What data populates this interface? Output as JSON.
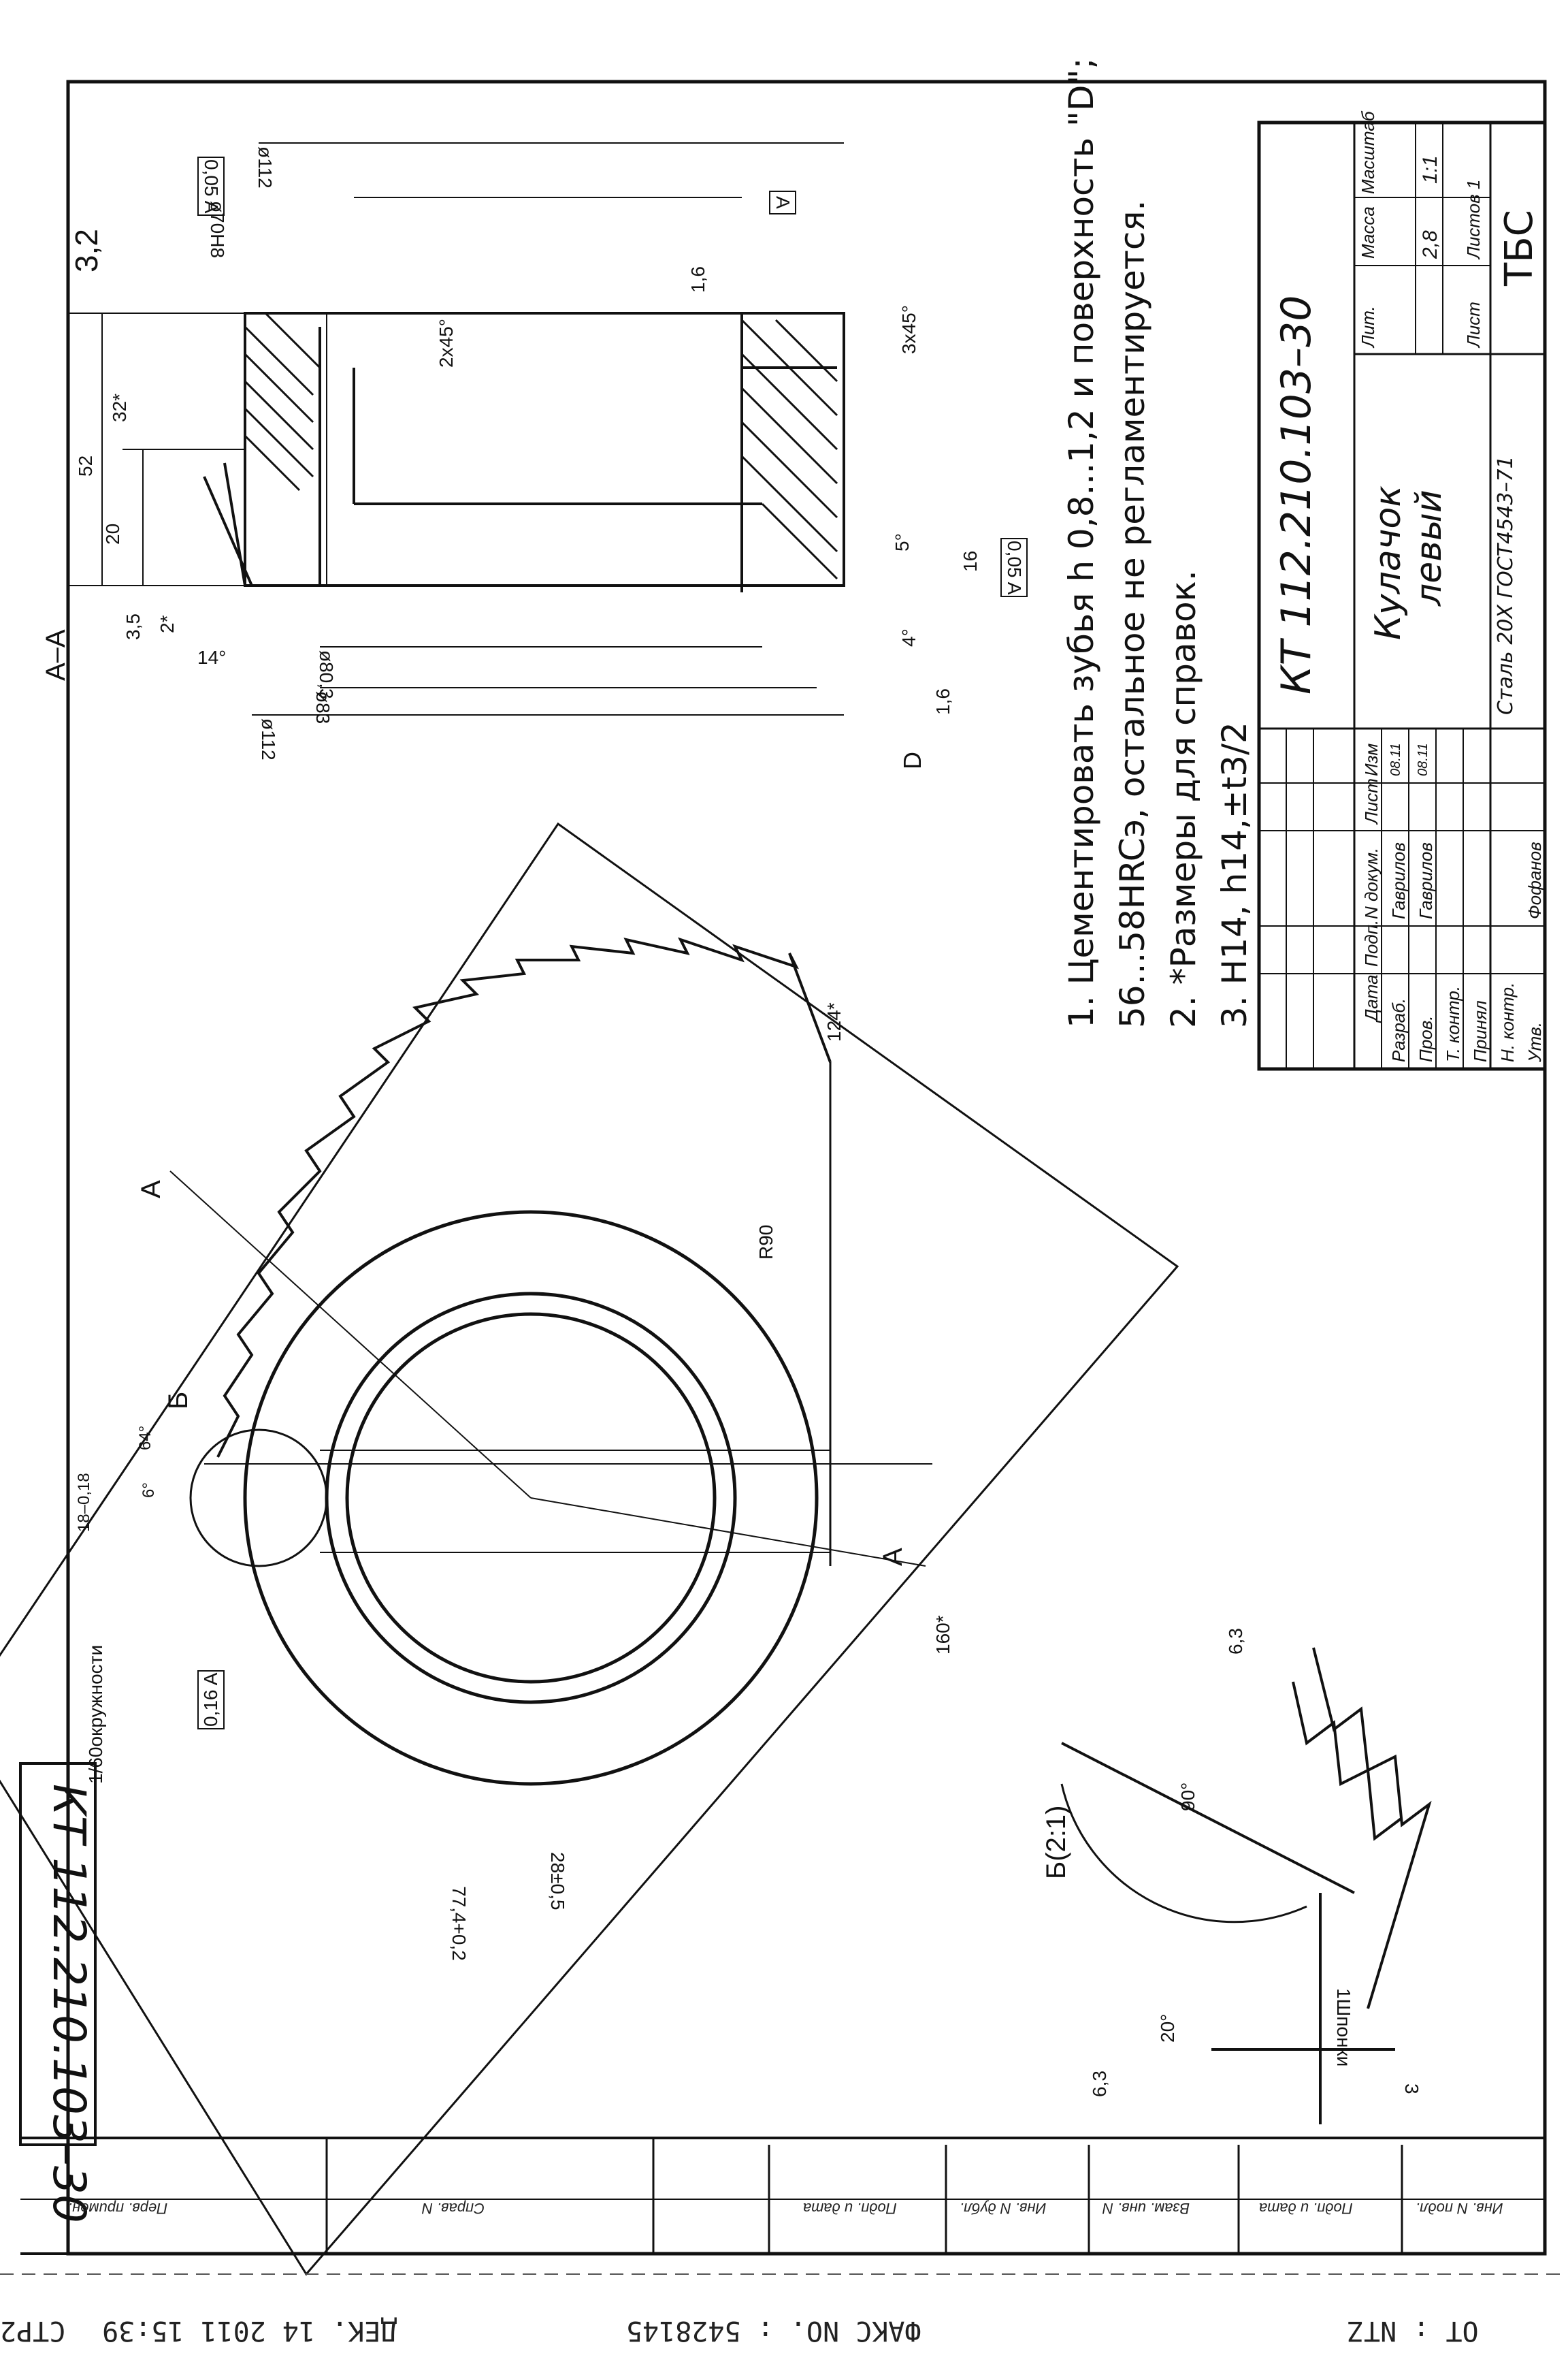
{
  "drawing": {
    "number": "КТ 112.210.103–30",
    "part_name_line1": "Кулачок",
    "part_name_line2": "левый",
    "material": "Сталь 20Х ГОСТ4543–71",
    "company": "ТБС",
    "mass": "2,8",
    "scale": "1:1",
    "sheet": "Лист",
    "sheets": "Листов 1",
    "title_headers": {
      "lit": "Лит.",
      "mass": "Масса",
      "scale": "Масштаб"
    },
    "roles": [
      "Изм",
      "Лист",
      "N докум.",
      "Подп.",
      "Дата",
      "Разраб.",
      "Пров.",
      "Т. контр.",
      "Принял",
      "Н. контр.",
      "Утв."
    ],
    "people": {
      "developer": "Гаврилов",
      "checker": "Гаврилов",
      "approver": "Фофанов"
    },
    "dates": {
      "developer": "08.11",
      "checker": "08.11"
    }
  },
  "notes": [
    "1. Цементировать зубья h 0,8...1,2 и поверхность \"D\";",
    "56...58HRCэ, остальное не регламентируется.",
    "2. *Размеры для справок.",
    "3. H14, h14,±t3/2"
  ],
  "section": {
    "label": "А–А",
    "roughness": "3,2",
    "dims": [
      "ø112",
      "ø70H8",
      "ø80,3",
      "ø83",
      "ø112",
      "52",
      "32*",
      "20",
      "3,5",
      "2*",
      "2x45°",
      "3x45°",
      "1,6",
      "1,6",
      "16",
      "14°",
      "4°",
      "5°",
      "D"
    ],
    "tolerances": [
      "0,05 A",
      "0,05 A"
    ],
    "datum": "A"
  },
  "plan": {
    "dims": [
      "R90",
      "124*",
      "160*",
      "28±0,5",
      "77,4+0,2",
      "18–0,18",
      "64°",
      "6°"
    ],
    "labels": [
      "A",
      "A",
      "Б"
    ],
    "tolerance": "0,16 A",
    "teeth_note": "1/60окружности"
  },
  "detail": {
    "label": "Б(2:1)",
    "angles": [
      "90°",
      "20°"
    ],
    "dims": [
      "6,3",
      "6,3"
    ],
    "note": "1Шпонки",
    "small": "3"
  },
  "stamp_cells": [
    "Перв. примен.",
    "Справ. N",
    "Подп. и дата",
    "Инв. N дубл.",
    "Взам. инв. N",
    "Подп. и дата",
    "Инв. N подл."
  ],
  "fax": {
    "from": "ОТ : NTZ",
    "fax_no": "ФАКС NO. : 5428145",
    "date": "ДЕК. 14 2011 15:39",
    "page": "СТР2"
  }
}
